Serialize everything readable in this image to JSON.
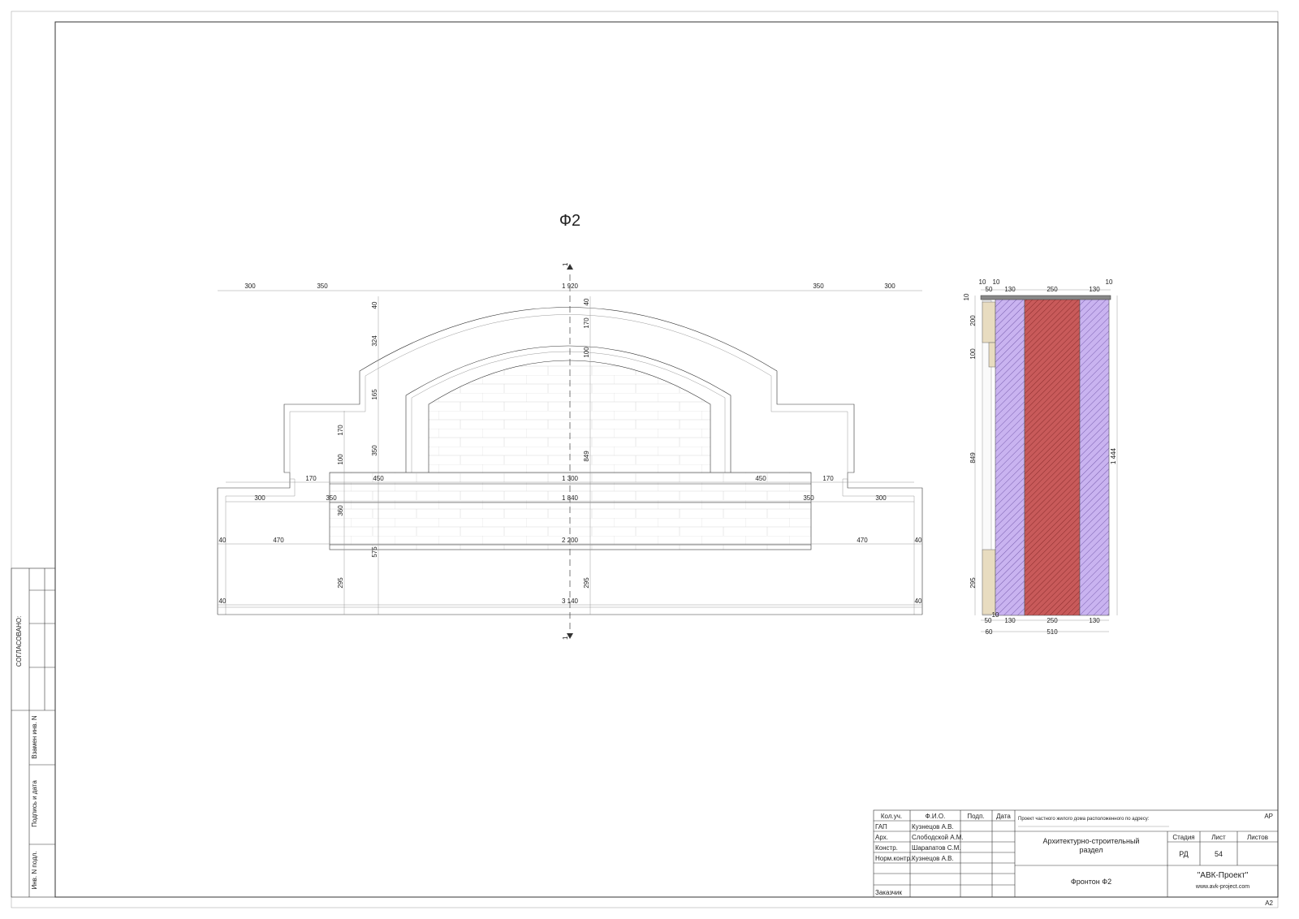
{
  "drawing": {
    "title": "Ф2",
    "section_mark": "1",
    "front_top_dims": [
      "300",
      "350",
      "1 920",
      "350",
      "300"
    ],
    "front_row_1300": [
      "170",
      "450",
      "1 300",
      "450",
      "170"
    ],
    "front_row_1840": [
      "300",
      "350",
      "1 840",
      "350",
      "300"
    ],
    "front_row_2200": [
      "40",
      "470",
      "2 200",
      "470",
      "40"
    ],
    "front_row_3140": [
      "40",
      "3 140",
      "40"
    ],
    "front_left_vert_a": [
      "40",
      "324",
      "165",
      "350",
      "360",
      "575"
    ],
    "front_left_vert_b": [
      "170",
      "100",
      "295"
    ],
    "front_center_vert": [
      "40",
      "170",
      "100",
      "849",
      "295"
    ]
  },
  "section": {
    "top_dims": [
      "10",
      "50",
      "10",
      "130",
      "250",
      "130",
      "10"
    ],
    "left_dims": [
      "10",
      "200",
      "100",
      "849",
      "295"
    ],
    "right_dim": "1 444",
    "bottom_dims_1": [
      "50",
      "10",
      "130",
      "250",
      "130"
    ],
    "bottom_dims_2": [
      "60",
      "510"
    ],
    "colors": {
      "insulation": "#c9b3f0",
      "brick": "#c85a5a",
      "stone": "#e8dcc0"
    }
  },
  "side_stamp": {
    "agreed": "СОГЛАСОВАНО:",
    "replace_inv": "Взамен инв. N",
    "sign_date": "Подпись и дата",
    "inv_orig": "Инв. N подл."
  },
  "title_block": {
    "headers": [
      "Кол.уч.",
      "Ф.И.О.",
      "Подп.",
      "Дата"
    ],
    "rows": [
      {
        "role": "ГАП",
        "name": "Кузнецов А.В."
      },
      {
        "role": "Арх.",
        "name": "Слободской А.М."
      },
      {
        "role": "Констр.",
        "name": "Шарапатов С.М."
      },
      {
        "role": "Норм.контр.",
        "name": "Кузнецов А.В."
      }
    ],
    "customer": "Заказчик",
    "project": "Проект частного жилого дома расположенного по адресу:",
    "code": "АР",
    "section_name": "Архитектурно-строительный раздел",
    "stage_label": "Стадия",
    "sheet_label": "Лист",
    "sheets_label": "Листов",
    "stage": "РД",
    "sheet": "54",
    "sheets": "",
    "drawing_name": "Фронтон Ф2",
    "company": "\"АВК-Проект\"",
    "website": "www.avk-project.com",
    "format": "А2"
  }
}
